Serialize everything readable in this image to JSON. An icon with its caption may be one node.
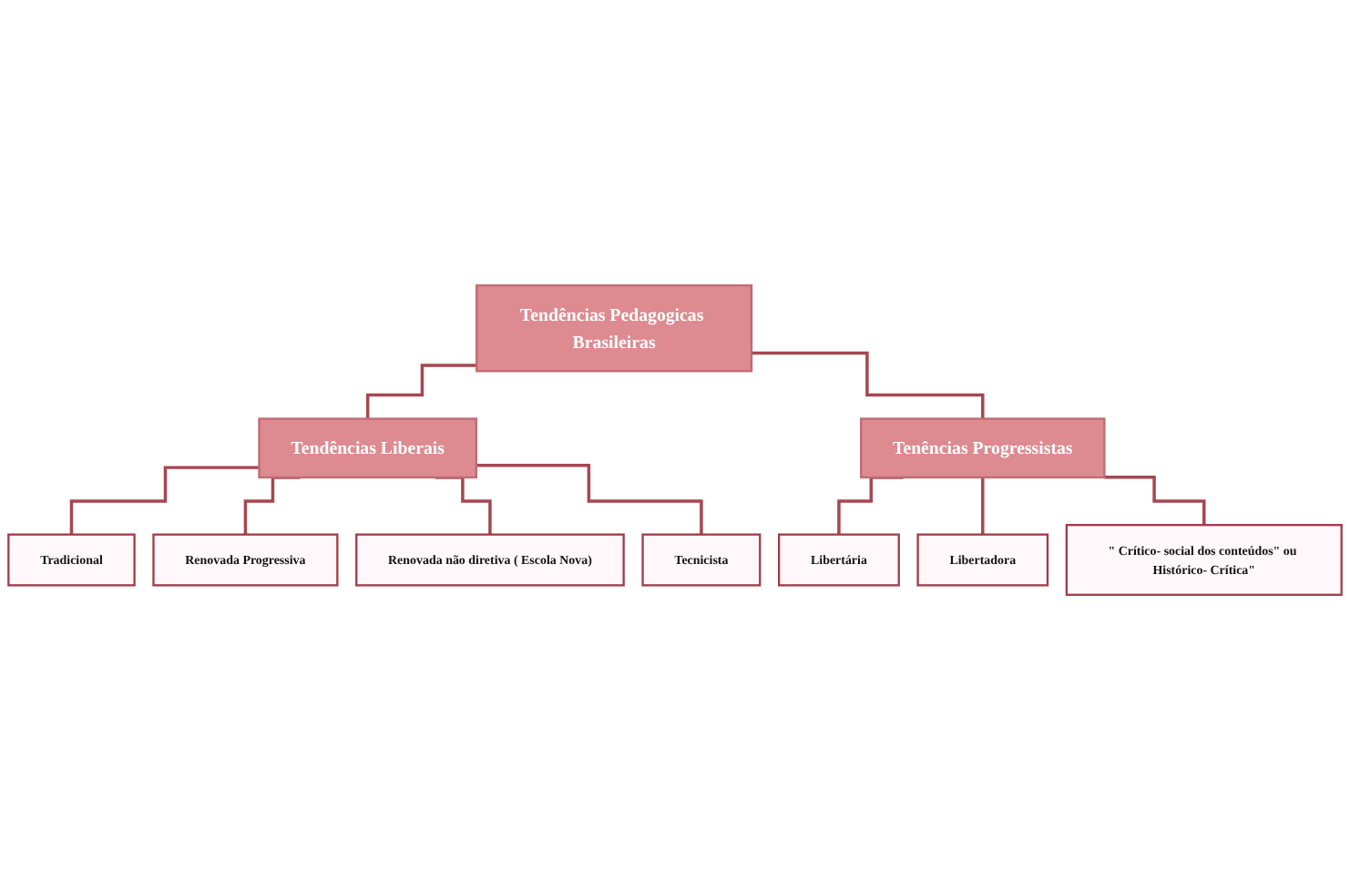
{
  "diagram": {
    "nodes": [
      {
        "text": [
          "Tendências Pedagogicas Brasileiras"
        ]
      },
      {
        "text": [
          "Tendências Liberais"
        ]
      },
      {
        "text": [
          "Tenências Progressistas"
        ]
      },
      {
        "text": [
          "Tradicional"
        ]
      },
      {
        "text": [
          "Renovada Progressiva"
        ]
      },
      {
        "text": [
          "Renovada não diretiva ( Escola Nova)"
        ]
      },
      {
        "text": [
          "Tecnicista"
        ]
      },
      {
        "text": [
          "Libertária"
        ]
      },
      {
        "text": [
          "Libertadora"
        ]
      },
      {
        "text": [
          "\" Crítico- social dos conteúdos\" ou Histórico- Crítica\""
        ]
      }
    ],
    "edges": [
      {
        "from": 0,
        "to": 1,
        "arrow": "none"
      },
      {
        "from": 0,
        "to": 2,
        "arrow": "none"
      },
      {
        "from": 1,
        "to": 3,
        "arrow": "none"
      },
      {
        "from": 1,
        "to": 4,
        "arrow": "none"
      },
      {
        "from": 1,
        "to": 5,
        "arrow": "none"
      },
      {
        "from": 1,
        "to": 6,
        "arrow": "none"
      },
      {
        "from": 2,
        "to": 7,
        "arrow": "none"
      },
      {
        "from": 2,
        "to": 8,
        "arrow": "none"
      },
      {
        "from": 2,
        "to": 9,
        "arrow": "none"
      }
    ]
  }
}
